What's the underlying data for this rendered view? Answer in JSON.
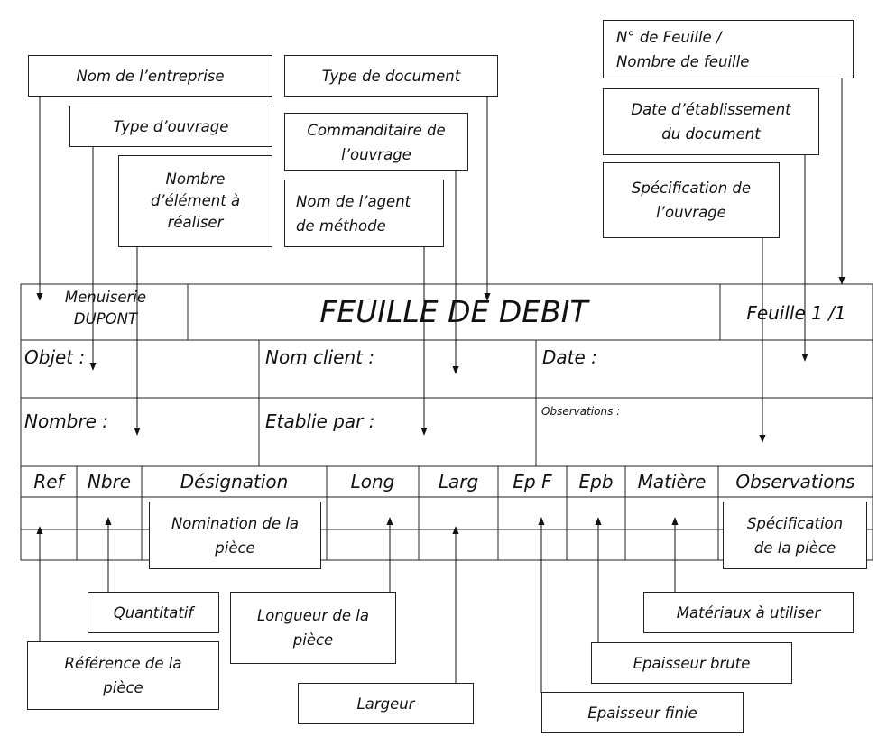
{
  "callouts": {
    "nom_entreprise": "Nom de l’entreprise",
    "type_document": "Type de document",
    "num_feuille": "N° de Feuille /\nNombre de feuille",
    "type_ouvrage": "Type d’ouvrage",
    "commanditaire": "Commanditaire de\nl’ouvrage",
    "date_etablissement": "Date d’établissement\ndu document",
    "nombre_element": "Nombre\nd’élément à\nréaliser",
    "nom_agent": "Nom de l’agent\nde méthode",
    "specification_ouvrage": "Spécification de\nl’ouvrage",
    "nomination_piece": "Nomination de la\npièce",
    "specification_piece": "Spécification\nde la pièce",
    "quantitatif": "Quantitatif",
    "longueur_piece": "Longueur de la\npièce",
    "materiaux": "Matériaux à utiliser",
    "reference_piece": "Référence de la\npièce",
    "epaisseur_brute": "Epaisseur brute",
    "largeur": "Largeur",
    "epaisseur_finie": "Epaisseur finie"
  },
  "form": {
    "company": "Menuiserie\nDUPONT",
    "title": "FEUILLE DE DEBIT",
    "sheet": "Feuille 1 /1",
    "objet": "Objet :",
    "nom_client": "Nom client :",
    "date": "Date :",
    "nombre": "Nombre :",
    "etablie_par": "Etablie par :",
    "observations_small": "Observations :",
    "columns": [
      "Ref",
      "Nbre",
      "Désignation",
      "Long",
      "Larg",
      "Ep F",
      "Epb",
      "Matière",
      "Observations"
    ]
  }
}
